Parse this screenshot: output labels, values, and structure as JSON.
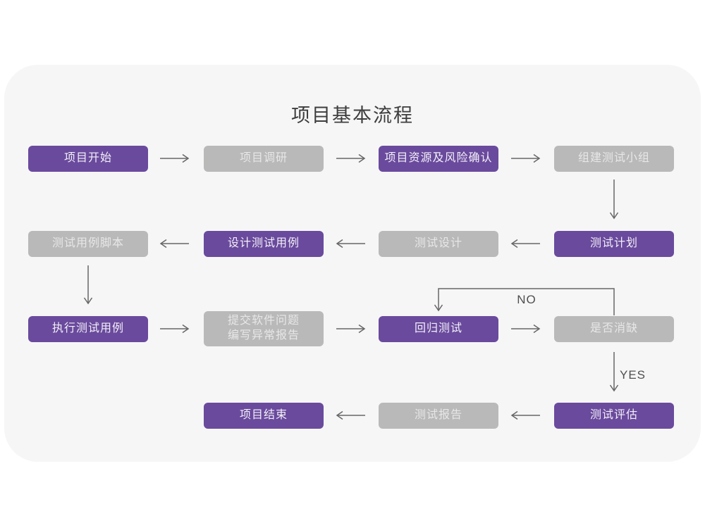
{
  "title": "项目基本流程",
  "badges": {
    "no": "NO",
    "yes": "YES"
  },
  "colors": {
    "card_bg": "#f6f6f7",
    "node_purple": "#6a4a9d",
    "node_gray": "#b9b9b9",
    "arrow": "#666666",
    "title_text": "#3d3d3d"
  },
  "nodes": {
    "start": {
      "label": "项目开始",
      "type": "purple"
    },
    "research": {
      "label": "项目调研",
      "type": "gray"
    },
    "risk": {
      "label": "项目资源及风险确认",
      "type": "purple"
    },
    "team": {
      "label": "组建测试小组",
      "type": "gray"
    },
    "plan": {
      "label": "测试计划",
      "type": "purple"
    },
    "design": {
      "label": "测试设计",
      "type": "gray"
    },
    "designCase": {
      "label": "设计测试用例",
      "type": "purple"
    },
    "script": {
      "label": "测试用例脚本",
      "type": "gray"
    },
    "execute": {
      "label": "执行测试用例",
      "type": "purple"
    },
    "submit": {
      "line1": "提交软件问题",
      "line2": "编写异常报告",
      "type": "gray"
    },
    "regression": {
      "label": "回归测试",
      "type": "purple"
    },
    "defect": {
      "label": "是否消缺",
      "type": "gray"
    },
    "evaluate": {
      "label": "测试评估",
      "type": "purple"
    },
    "report": {
      "label": "测试报告",
      "type": "gray"
    },
    "end": {
      "label": "项目结束",
      "type": "purple"
    }
  },
  "edges": [
    {
      "from": "项目开始",
      "to": "项目调研"
    },
    {
      "from": "项目调研",
      "to": "项目资源及风险确认"
    },
    {
      "from": "项目资源及风险确认",
      "to": "组建测试小组"
    },
    {
      "from": "组建测试小组",
      "to": "测试计划"
    },
    {
      "from": "测试计划",
      "to": "测试设计"
    },
    {
      "from": "测试设计",
      "to": "设计测试用例"
    },
    {
      "from": "设计测试用例",
      "to": "测试用例脚本"
    },
    {
      "from": "测试用例脚本",
      "to": "执行测试用例"
    },
    {
      "from": "执行测试用例",
      "to": "提交软件问题 编写异常报告"
    },
    {
      "from": "提交软件问题 编写异常报告",
      "to": "回归测试"
    },
    {
      "from": "回归测试",
      "to": "是否消缺"
    },
    {
      "from": "是否消缺",
      "to": "回归测试",
      "label": "NO"
    },
    {
      "from": "是否消缺",
      "to": "测试评估",
      "label": "YES"
    },
    {
      "from": "测试评估",
      "to": "测试报告"
    },
    {
      "from": "测试报告",
      "to": "项目结束"
    }
  ]
}
